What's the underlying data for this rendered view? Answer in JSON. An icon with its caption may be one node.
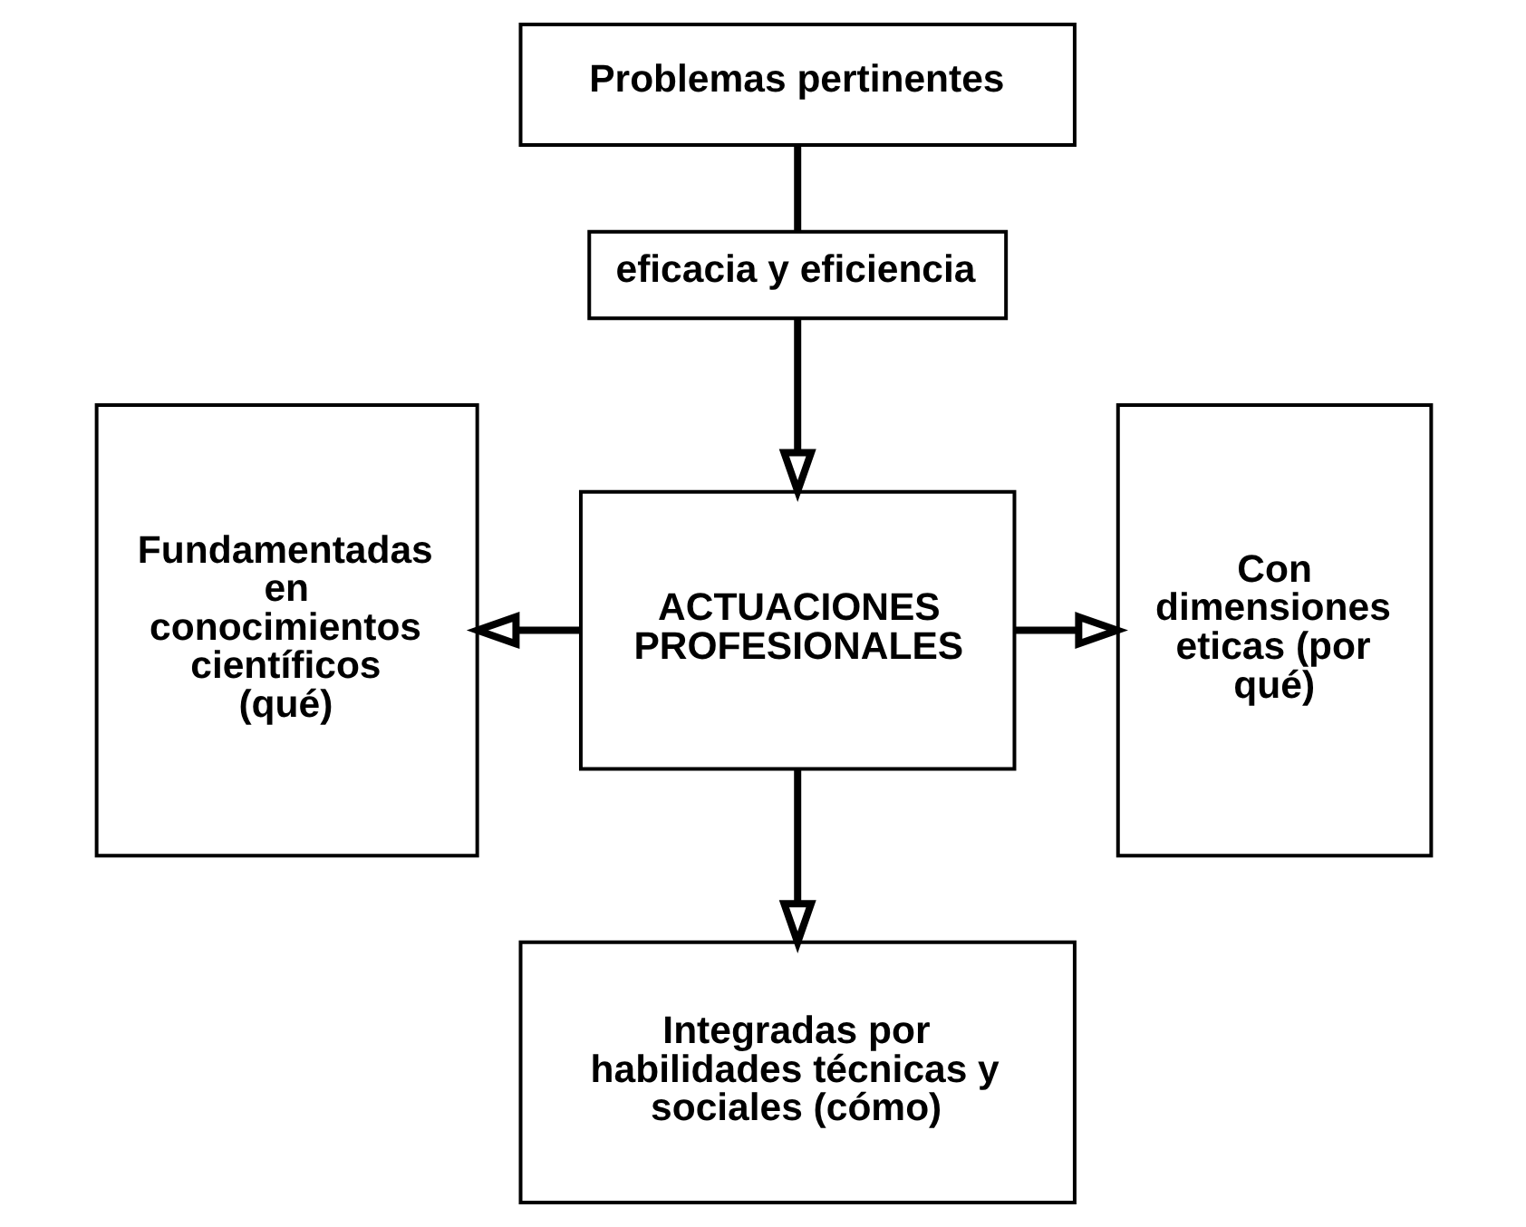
{
  "diagram": {
    "nodes": [
      {
        "text": [
          "Problemas pertinentes"
        ]
      },
      {
        "text": [
          "eficacia y eficiencia"
        ]
      },
      {
        "text": [
          "Fundamentadas en conocimientos científicos (qué)"
        ]
      },
      {
        "text": [
          "ACTUACIONES PROFESIONALES"
        ]
      },
      {
        "text": [
          "Con dimensiones eticas (por qué)"
        ]
      },
      {
        "text": [
          "Integradas por habilidades técnicas y sociales (cómo)"
        ]
      }
    ],
    "edges": [
      {
        "from": 0,
        "to": 1,
        "arrow": "none"
      },
      {
        "from": 1,
        "to": 3,
        "arrow": "to"
      },
      {
        "from": 3,
        "to": 2,
        "arrow": "to"
      },
      {
        "from": 3,
        "to": 4,
        "arrow": "to"
      },
      {
        "from": 3,
        "to": 5,
        "arrow": "to"
      }
    ]
  }
}
